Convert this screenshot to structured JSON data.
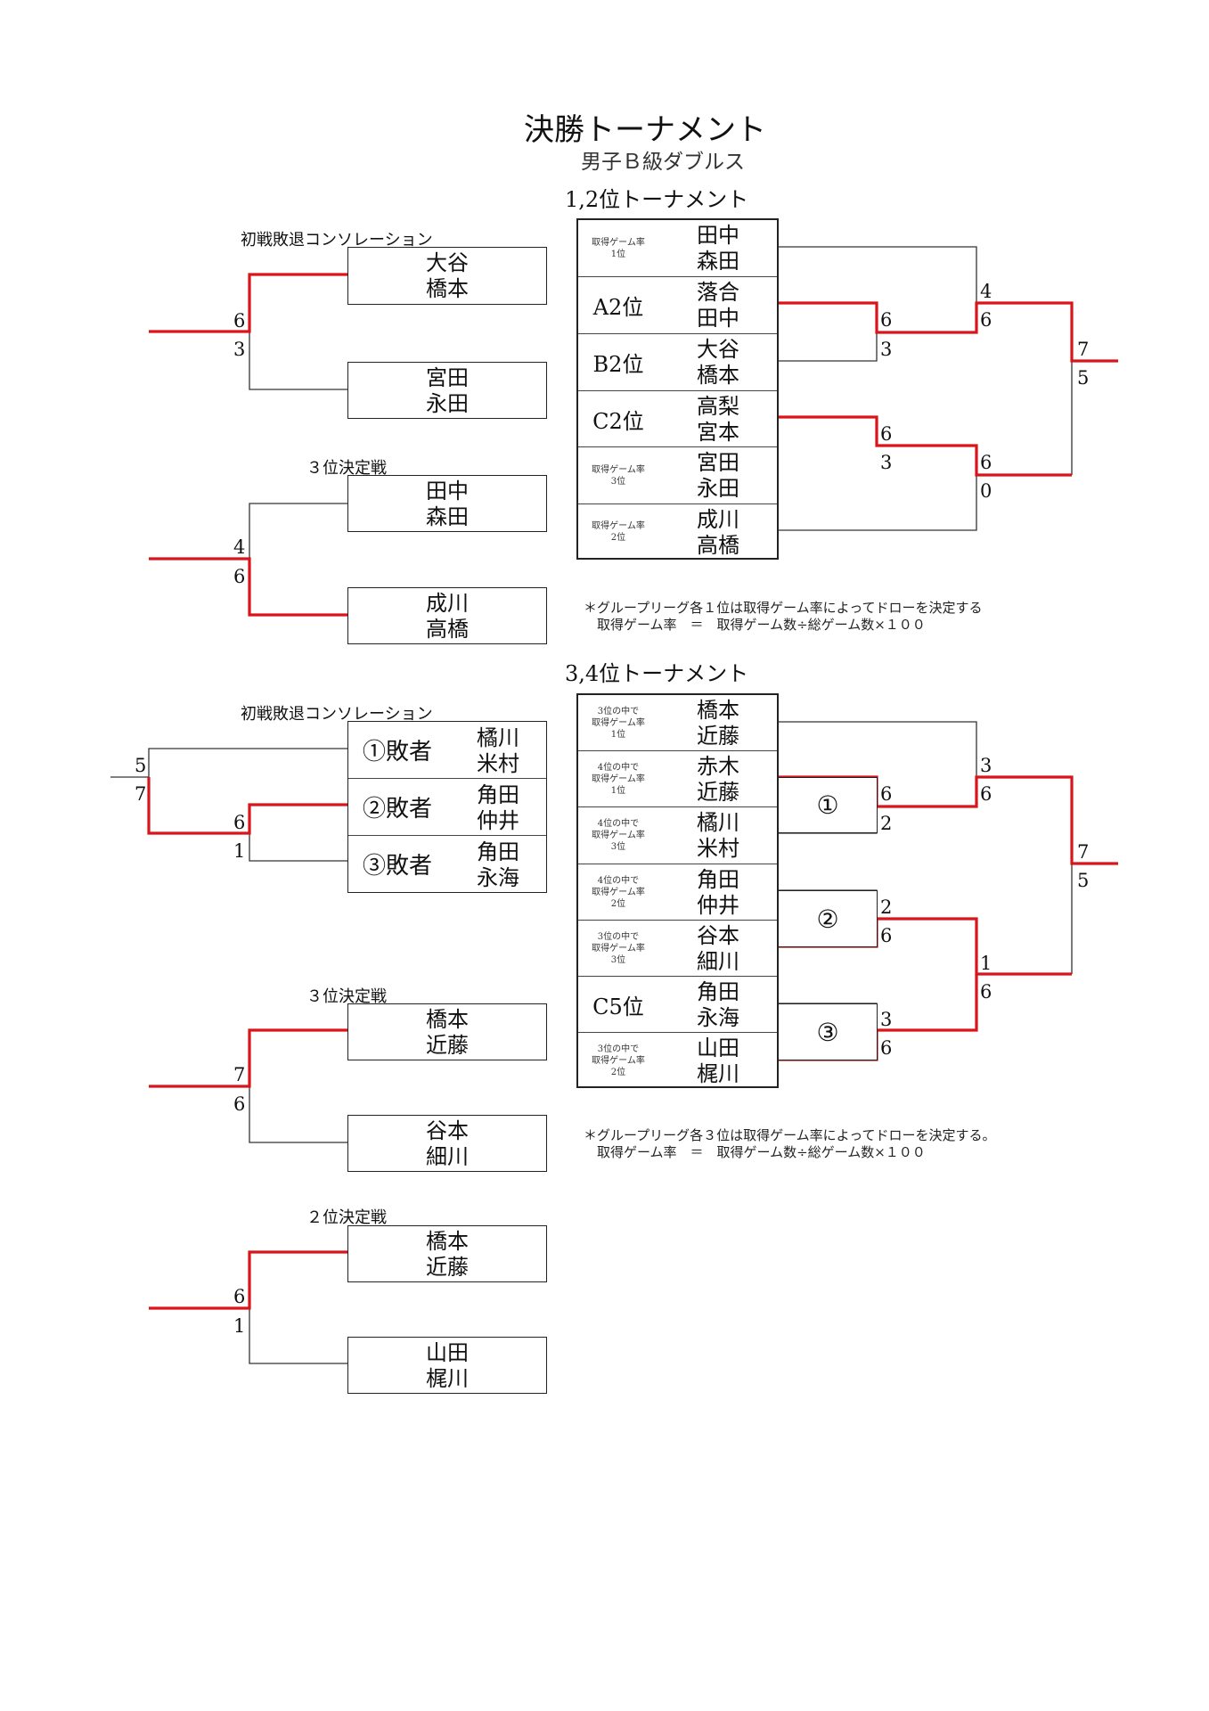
{
  "title": "決勝トーナメント",
  "subtitle": "男子Ｂ級ダブルス",
  "colors": {
    "winner_line": "#d9141b",
    "line": "#333333"
  },
  "top": {
    "heading": "1,2位トーナメント",
    "rows": [
      {
        "rank": "取得ゲーム率\n1位",
        "pair": "田中\n森田"
      },
      {
        "rank": "A2位",
        "pair": "落合\n田中"
      },
      {
        "rank": "B2位",
        "pair": "大谷\n橋本"
      },
      {
        "rank": "C2位",
        "pair": "高梨\n宮本"
      },
      {
        "rank": "取得ゲーム率\n3位",
        "pair": "宮田\n永田"
      },
      {
        "rank": "取得ゲーム率\n2位",
        "pair": "成川\n高橋"
      }
    ],
    "scores": {
      "r1a_top": "6",
      "r1a_bot": "3",
      "r1b_top": "6",
      "r1b_bot": "3",
      "sfA_top": "4",
      "sfA_bot": "6",
      "sfB_top": "6",
      "sfB_bot": "0",
      "final_top": "7",
      "final_bot": "5"
    },
    "note": "＊グループリーグ各１位は取得ゲーム率によってドローを決定する\n　取得ゲーム率　＝　取得ゲーム数÷総ゲーム数×１００",
    "consolation": {
      "label": "初戦敗退コンソレーション",
      "pair1": "大谷\n橋本",
      "pair2": "宮田\n永田",
      "score_top": "6",
      "score_bot": "3"
    },
    "third": {
      "label": "３位決定戦",
      "pair1": "田中\n森田",
      "pair2": "成川\n高橋",
      "score_top": "4",
      "score_bot": "6"
    }
  },
  "bottom": {
    "heading": "3,4位トーナメント",
    "rows": [
      {
        "rank": "3位の中で\n取得ゲーム率\n1位",
        "pair": "橋本\n近藤"
      },
      {
        "rank": "4位の中で\n取得ゲーム率\n1位",
        "pair": "赤木\n近藤"
      },
      {
        "rank": "4位の中で\n取得ゲーム率\n3位",
        "pair": "橘川\n米村"
      },
      {
        "rank": "4位の中で\n取得ゲーム率\n2位",
        "pair": "角田\n仲井"
      },
      {
        "rank": "3位の中で\n取得ゲーム率\n3位",
        "pair": "谷本\n細川"
      },
      {
        "rank": "C5位",
        "pair": "角田\n永海"
      },
      {
        "rank": "3位の中で\n取得ゲーム率\n2位",
        "pair": "山田\n梶川"
      }
    ],
    "match_marks": [
      "①",
      "②",
      "③"
    ],
    "scores": {
      "m1_top": "6",
      "m1_bot": "2",
      "m2_top": "2",
      "m2_bot": "6",
      "m3_top": "3",
      "m3_bot": "6",
      "sfA_top": "3",
      "sfA_bot": "6",
      "sfB_top": "1",
      "sfB_bot": "6",
      "final_top": "7",
      "final_bot": "5"
    },
    "note": "＊グループリーグ各３位は取得ゲーム率によってドローを決定する。\n　取得ゲーム率　＝　取得ゲーム数÷総ゲーム数×１００",
    "consolation": {
      "label": "初戦敗退コンソレーション",
      "rows": [
        {
          "prefix": "①敗者",
          "pair": "橘川\n米村"
        },
        {
          "prefix": "②敗者",
          "pair": "角田\n仲井"
        },
        {
          "prefix": "③敗者",
          "pair": "角田\n永海"
        }
      ],
      "s1_top": "5",
      "s1_bot": "7",
      "s2_top": "6",
      "s2_bot": "1"
    },
    "third": {
      "label": "３位決定戦",
      "pair1": "橋本\n近藤",
      "pair2": "谷本\n細川",
      "score_top": "7",
      "score_bot": "6"
    },
    "second": {
      "label": "２位決定戦",
      "pair1": "橋本\n近藤",
      "pair2": "山田\n梶川",
      "score_top": "6",
      "score_bot": "1"
    }
  }
}
